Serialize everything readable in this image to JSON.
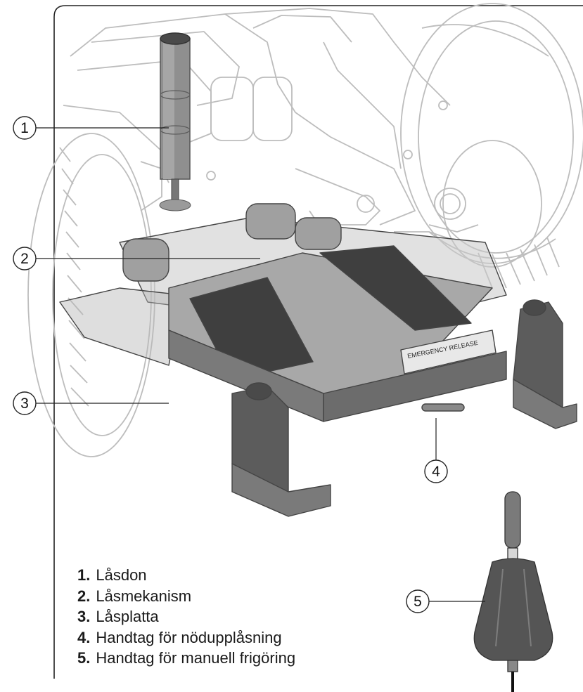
{
  "callouts": [
    {
      "number": "1",
      "part": "lock-actuator"
    },
    {
      "number": "2",
      "part": "lock-mechanism"
    },
    {
      "number": "3",
      "part": "lock-plate"
    },
    {
      "number": "4",
      "part": "emergency-release-handle"
    },
    {
      "number": "5",
      "part": "manual-release-handle"
    }
  ],
  "label_text": {
    "emergency_release": "EMERGENCY RELEASE"
  },
  "legend": [
    {
      "num": "1.",
      "label": "Låsdon"
    },
    {
      "num": "2.",
      "label": "Låsmekanism"
    },
    {
      "num": "3.",
      "label": "Låsplatta"
    },
    {
      "num": "4.",
      "label": "Handtag för nödupplåsning"
    },
    {
      "num": "5.",
      "label": "Handtag för manuell frigöring"
    }
  ],
  "colors": {
    "background": "#ffffff",
    "ghost_outline": "#bdbdbd",
    "metal_dark": "#5c5c5c",
    "metal_mid": "#8a8a8a",
    "metal_light": "#a9a9a9",
    "pad_dark": "#3f3f3f",
    "text": "#111111"
  }
}
